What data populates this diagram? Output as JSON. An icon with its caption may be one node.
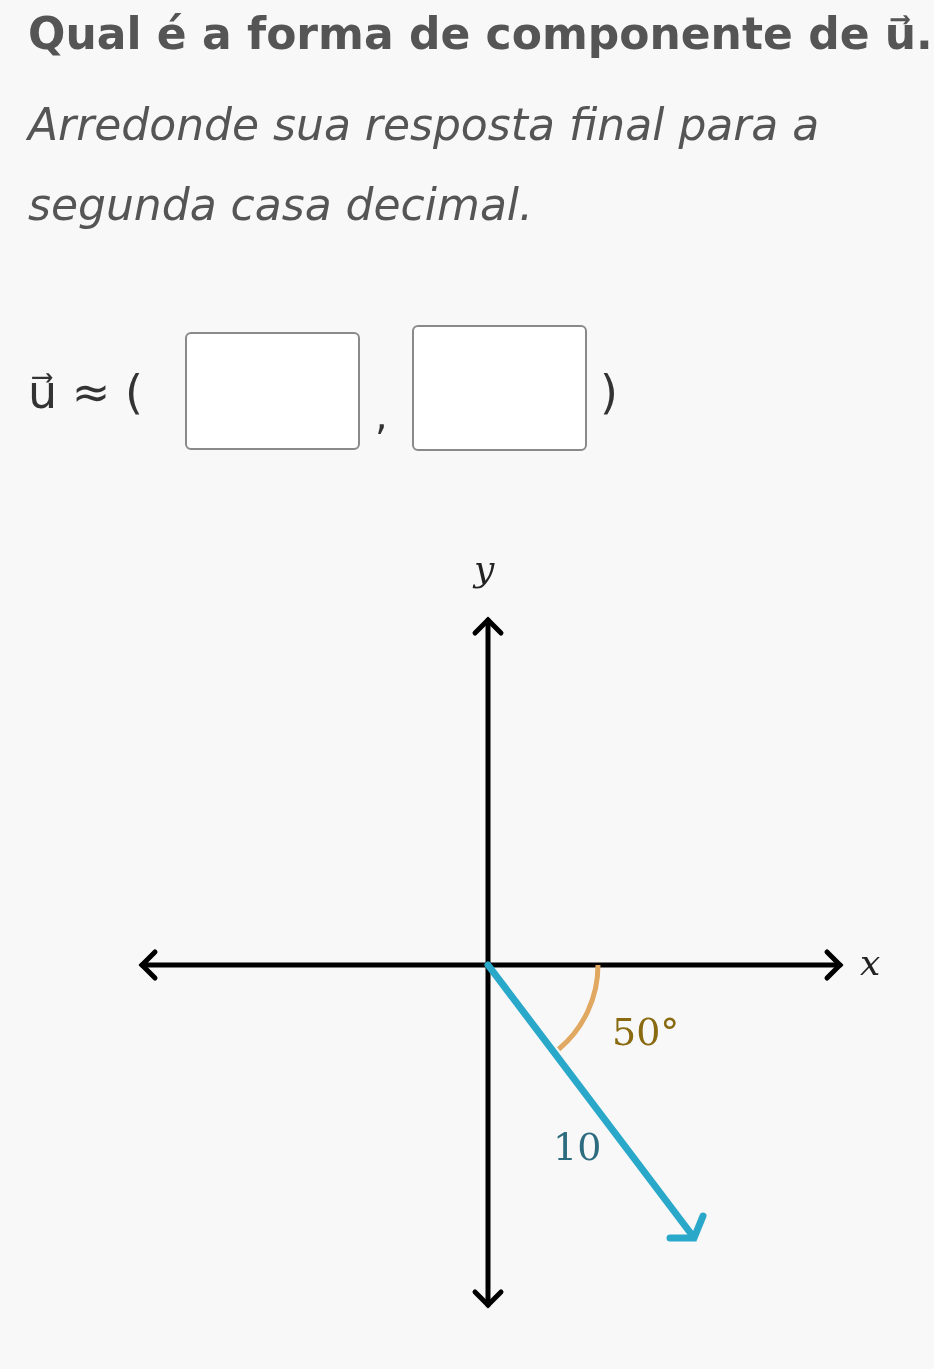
{
  "diagram": {
    "title": "Qual é a forma de componente de u⃗.",
    "caption": "Arredonde sua resposta final para a segunda casa decimal.",
    "nodes": [
      {
        "text": [],
        "shape": "box"
      },
      {
        "text": [],
        "shape": "box"
      }
    ],
    "labels": [
      "u⃗ ≈ (",
      ",",
      ")",
      "y",
      "x",
      "50°",
      "10"
    ]
  }
}
